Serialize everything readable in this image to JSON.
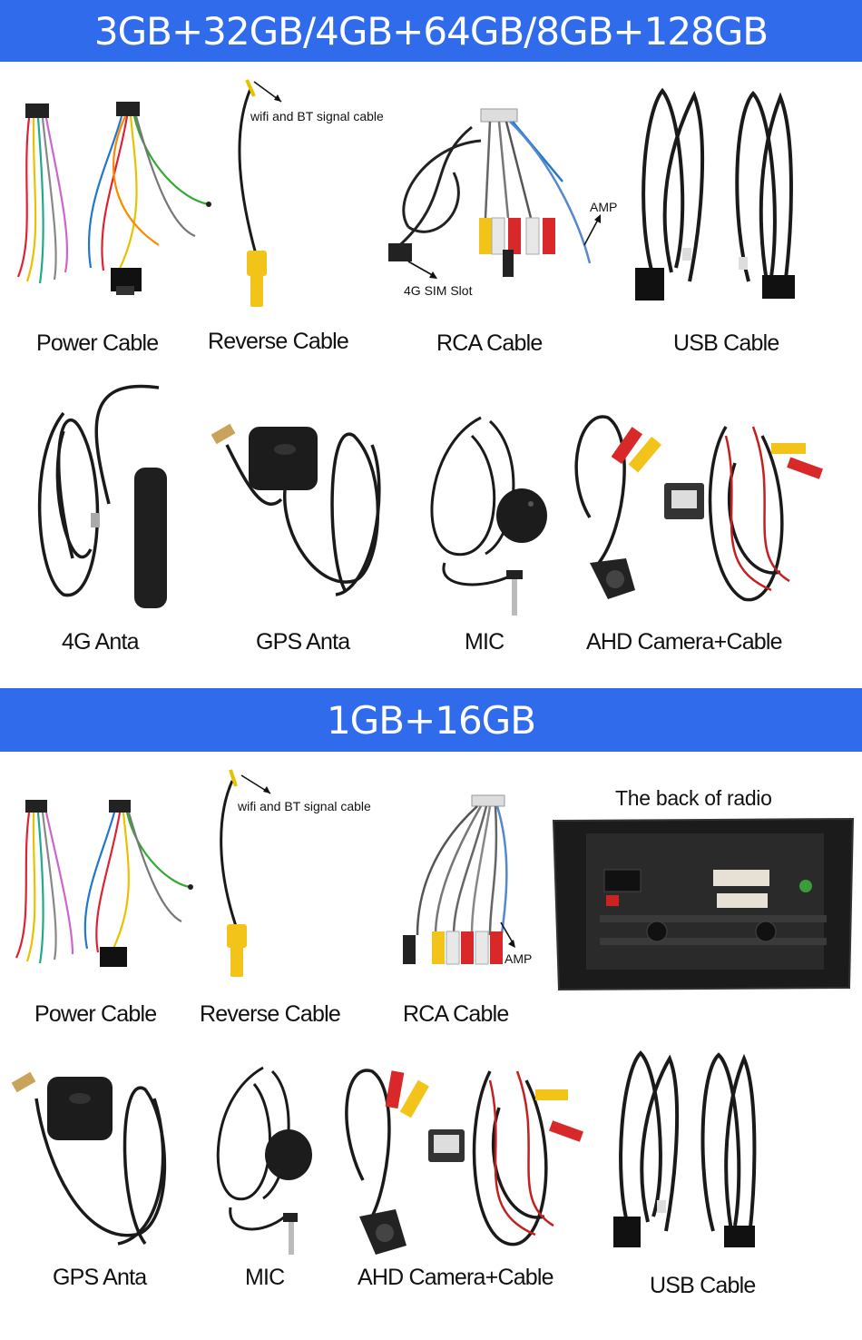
{
  "section1": {
    "title": "3GB+32GB/4GB+64GB/8GB+128GB",
    "items": {
      "power": {
        "label": "Power Cable"
      },
      "reverse": {
        "label": "Reverse Cable",
        "note": "wifi and BT signal cable"
      },
      "rca": {
        "label": "RCA Cable",
        "note_amp": "AMP",
        "note_sim": "4G SIM Slot"
      },
      "usb": {
        "label": "USB Cable"
      },
      "anta4g": {
        "label": "4G Anta"
      },
      "gps": {
        "label": "GPS Anta"
      },
      "mic": {
        "label": "MIC"
      },
      "ahd": {
        "label": "AHD Camera+Cable"
      }
    }
  },
  "section2": {
    "title": "1GB+16GB",
    "items": {
      "power": {
        "label": "Power Cable"
      },
      "reverse": {
        "label": "Reverse Cable",
        "note": "wifi and BT signal cable"
      },
      "rca": {
        "label": "RCA Cable",
        "note_amp": "AMP"
      },
      "radio_back": {
        "label": "The back of radio"
      },
      "gps": {
        "label": "GPS Anta"
      },
      "mic": {
        "label": "MIC"
      },
      "ahd": {
        "label": "AHD Camera+Cable"
      },
      "usb": {
        "label": "USB Cable"
      }
    }
  },
  "colors": {
    "banner": "#2f6bea",
    "cable": "#1a1a1a",
    "rca_yellow": "#f2c318",
    "rca_red": "#d8282a",
    "rca_white": "#e8e8e8"
  }
}
